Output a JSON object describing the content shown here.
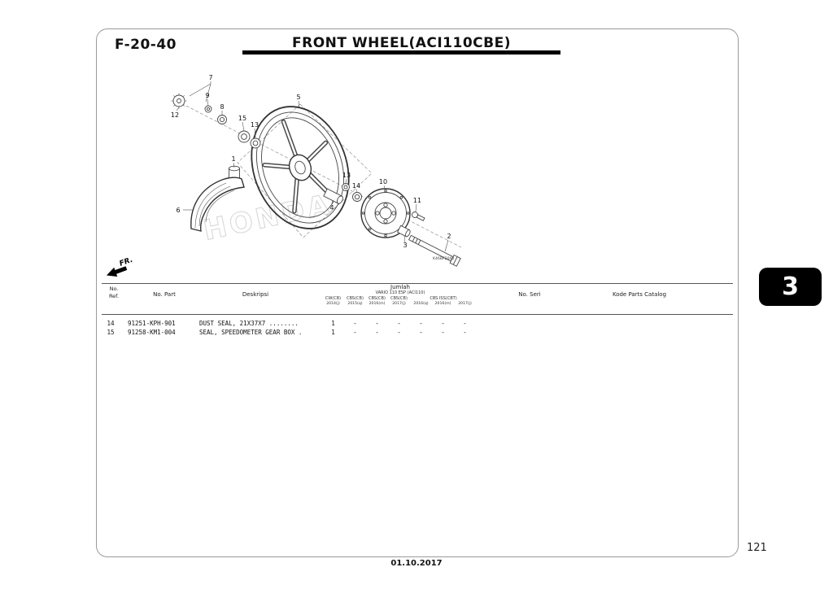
{
  "header": {
    "code": "F-20-40",
    "title": "FRONT WHEEL(ACI110CBE)"
  },
  "footer": {
    "date": "01.10.2017",
    "page_number": "121"
  },
  "side_tab": {
    "label": "3"
  },
  "diagram": {
    "watermark": "HONDA",
    "fr_label": "FR.",
    "ref_code": "K46BF2040",
    "callouts": [
      "7",
      "12",
      "9",
      "8",
      "15",
      "13",
      "5",
      "1",
      "6",
      "4",
      "13",
      "14",
      "10",
      "11",
      "3",
      "2"
    ]
  },
  "table": {
    "headers": {
      "no_ref_line1": "No.",
      "no_ref_line2": "Ref.",
      "no_part": "No. Part",
      "deskripsi": "Deskripsi",
      "jumlah": "Jumlah",
      "model": "VARIO 110 ESP (ACI110)",
      "variants": [
        "CW(CB)",
        "CBS(CB)",
        "CBS(CB)",
        "CBS(CB)",
        "CBS ISS(CBT)"
      ],
      "years": [
        "2014(j)",
        "2015(q)",
        "2016(m)",
        "2017(j)",
        "2016(q)",
        "2016(m)",
        "2017(j)"
      ],
      "no_seri": "No. Seri",
      "kode_parts_catalog": "Kode Parts Catalog"
    },
    "rows": [
      {
        "ref": "14",
        "part": "91251-KPH-901",
        "desc": "DUST SEAL, 21X37X7 ........",
        "qty": [
          "1",
          "-",
          "-",
          "-",
          "-",
          "-",
          "-"
        ]
      },
      {
        "ref": "15",
        "part": "91258-KM1-004",
        "desc": "SEAL, SPEEDOMETER GEAR BOX .",
        "qty": [
          "1",
          "-",
          "-",
          "-",
          "-",
          "-",
          "-"
        ]
      }
    ]
  }
}
